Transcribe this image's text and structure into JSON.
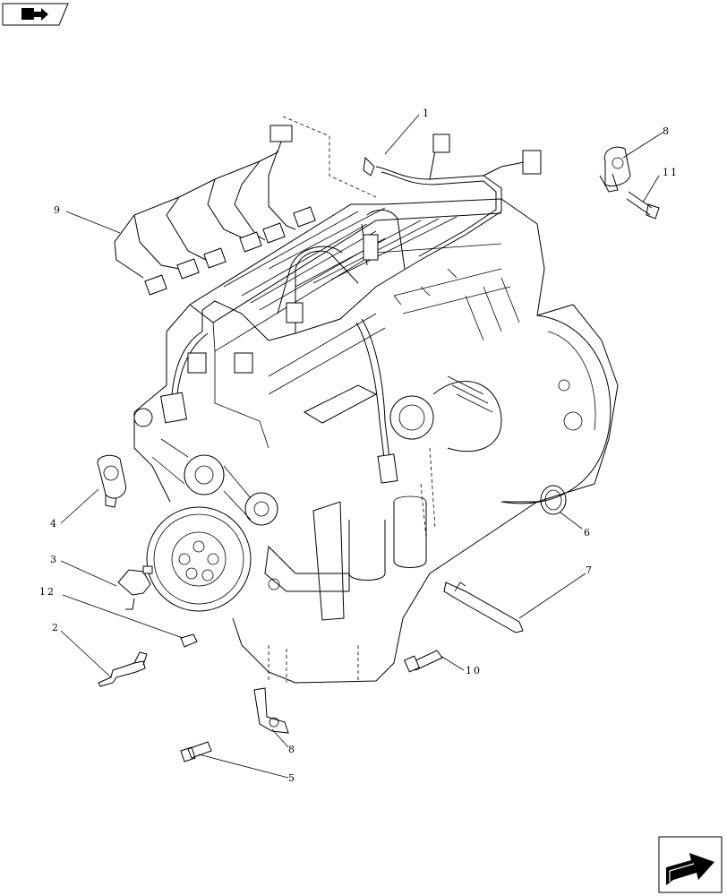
{
  "diagram": {
    "callouts": [
      {
        "id": "c1",
        "label": "1"
      },
      {
        "id": "c2",
        "label": "2"
      },
      {
        "id": "c3",
        "label": "3"
      },
      {
        "id": "c4",
        "label": "4"
      },
      {
        "id": "c5",
        "label": "5"
      },
      {
        "id": "c6",
        "label": "6"
      },
      {
        "id": "c7",
        "label": "7"
      },
      {
        "id": "c8a",
        "label": "8"
      },
      {
        "id": "c8b",
        "label": "8"
      },
      {
        "id": "c9",
        "label": "9"
      },
      {
        "id": "c10",
        "label": "10"
      },
      {
        "id": "c11",
        "label": "11"
      },
      {
        "id": "c12",
        "label": "12"
      }
    ]
  },
  "icons": {
    "top_left": "book-navigation-icon",
    "bottom_right": "next-page-arrow-icon"
  }
}
